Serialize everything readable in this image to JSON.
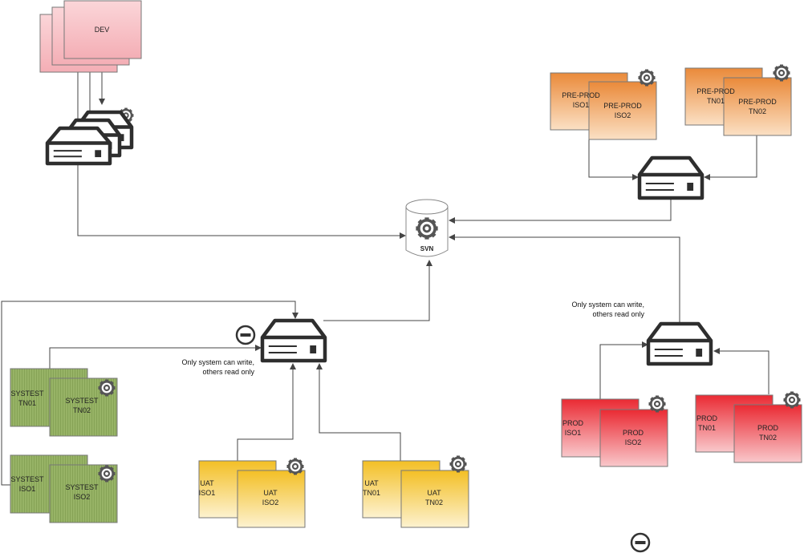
{
  "colors": {
    "dev": "#f7c4c8",
    "preprod": "#f39d4f",
    "prod": "#ef3c43",
    "uat": "#f6c634",
    "systest": "#8fad5f",
    "line": "#444444",
    "server": "#2e2e2e"
  },
  "dev": {
    "label": "DEV"
  },
  "svn": {
    "label": "SVN"
  },
  "preprod": {
    "iso1": "PRE-PROD\nISO1",
    "iso2": "PRE-PROD\nISO2",
    "tn1": "PRE-PROD\nTN01",
    "tn2": "PRE-PROD\nTN02"
  },
  "prod": {
    "iso1": "PROD\nISO1",
    "iso2": "PROD\nISO2",
    "tn1": "PROD\nTN01",
    "tn2": "PROD\nTN02"
  },
  "uat": {
    "iso1": "UAT\nISO1",
    "iso2": "UAT\nISO2",
    "tn1": "UAT\nTN01",
    "tn2": "UAT\nTN02"
  },
  "systest": {
    "tn1": "SYSTEST\nTN01",
    "tn2": "SYSTEST\nTN02",
    "iso1": "SYSTEST\nISO1",
    "iso2": "SYSTEST\nISO2"
  },
  "notes": {
    "left": "Only system can write,\nothers read only",
    "right": "Only system can write,\nothers read only"
  },
  "icons": {
    "server": "server-icon",
    "gear": "gear-icon",
    "database": "database-icon",
    "minus": "minus-circle-icon"
  }
}
